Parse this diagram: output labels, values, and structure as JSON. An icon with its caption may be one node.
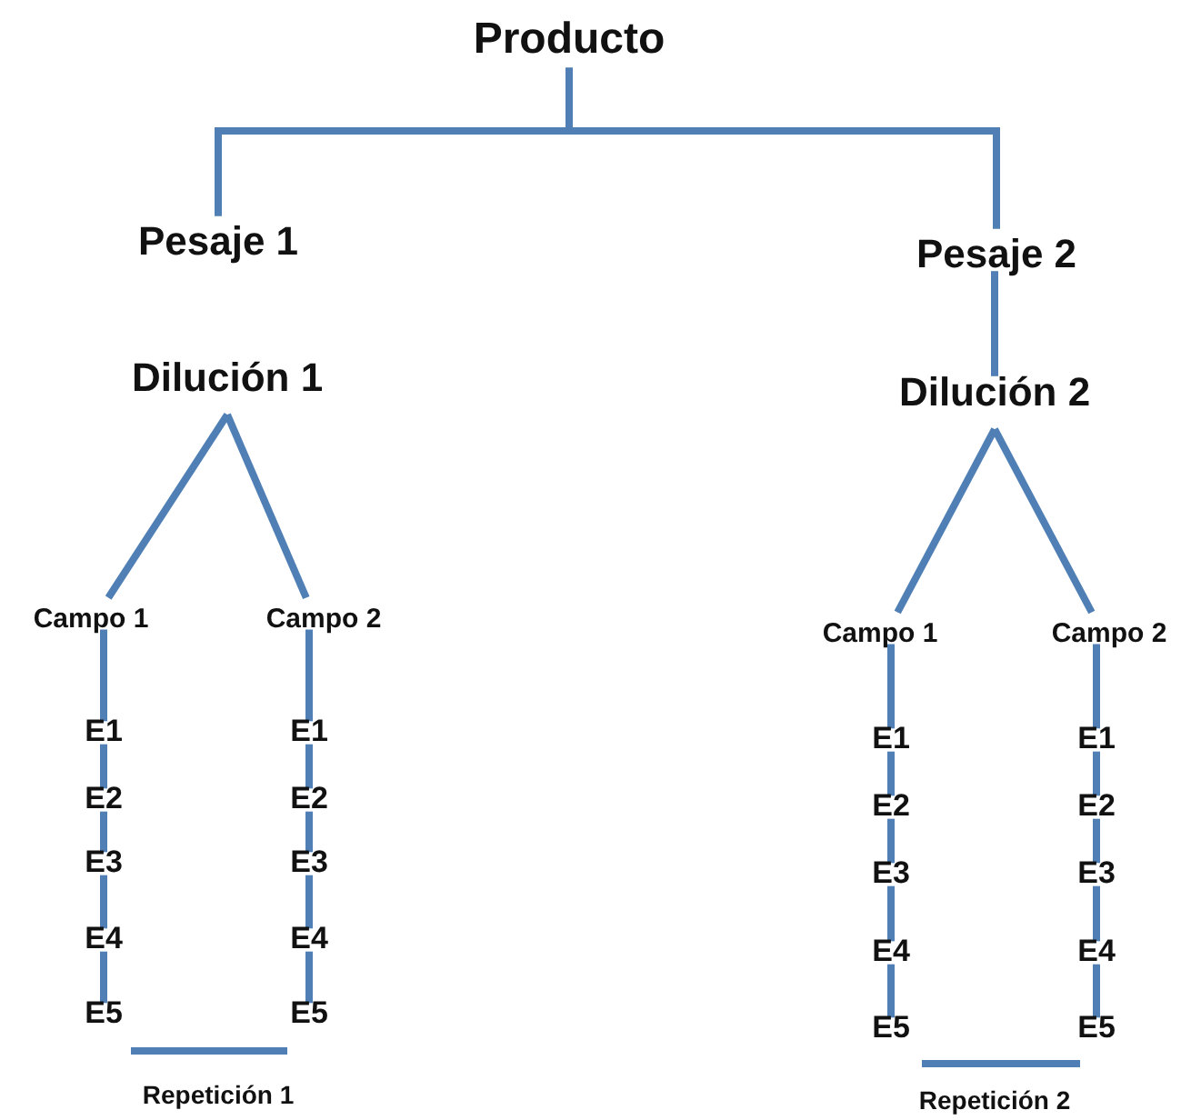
{
  "diagram": {
    "nodes": [
      {
        "text": [
          "Producto"
        ]
      },
      {
        "text": [
          "Pesaje 1"
        ]
      },
      {
        "text": [
          "Pesaje 2"
        ]
      },
      {
        "text": [
          "Dilución 1"
        ]
      },
      {
        "text": [
          "Dilución 2"
        ]
      },
      {
        "text": [
          "Campo 1"
        ]
      },
      {
        "text": [
          "Campo 2"
        ]
      },
      {
        "text": [
          "Campo 1"
        ]
      },
      {
        "text": [
          "Campo 2"
        ]
      },
      {
        "text": [
          "E1"
        ]
      },
      {
        "text": [
          "E2"
        ]
      },
      {
        "text": [
          "E3"
        ]
      },
      {
        "text": [
          "E4"
        ]
      },
      {
        "text": [
          "E5"
        ]
      },
      {
        "text": [
          "E1"
        ]
      },
      {
        "text": [
          "E2"
        ]
      },
      {
        "text": [
          "E3"
        ]
      },
      {
        "text": [
          "E4"
        ]
      },
      {
        "text": [
          "E5"
        ]
      },
      {
        "text": [
          "E1"
        ]
      },
      {
        "text": [
          "E2"
        ]
      },
      {
        "text": [
          "E3"
        ]
      },
      {
        "text": [
          "E4"
        ]
      },
      {
        "text": [
          "E5"
        ]
      },
      {
        "text": [
          "E1"
        ]
      },
      {
        "text": [
          "E2"
        ]
      },
      {
        "text": [
          "E3"
        ]
      },
      {
        "text": [
          "E4"
        ]
      },
      {
        "text": [
          "E5"
        ]
      }
    ],
    "edges": [
      {
        "from": 0,
        "to": 1,
        "arrow": "none"
      },
      {
        "from": 0,
        "to": 2,
        "arrow": "none"
      },
      {
        "from": 2,
        "to": 4,
        "arrow": "none"
      },
      {
        "from": 3,
        "to": 5,
        "arrow": "none"
      },
      {
        "from": 3,
        "to": 6,
        "arrow": "none"
      },
      {
        "from": 4,
        "to": 7,
        "arrow": "none"
      },
      {
        "from": 4,
        "to": 8,
        "arrow": "none"
      },
      {
        "from": 5,
        "to": 9,
        "arrow": "none"
      },
      {
        "from": 9,
        "to": 10,
        "arrow": "none"
      },
      {
        "from": 10,
        "to": 11,
        "arrow": "none"
      },
      {
        "from": 11,
        "to": 12,
        "arrow": "none"
      },
      {
        "from": 12,
        "to": 13,
        "arrow": "none"
      },
      {
        "from": 6,
        "to": 14,
        "arrow": "none"
      },
      {
        "from": 14,
        "to": 15,
        "arrow": "none"
      },
      {
        "from": 15,
        "to": 16,
        "arrow": "none"
      },
      {
        "from": 16,
        "to": 17,
        "arrow": "none"
      },
      {
        "from": 17,
        "to": 18,
        "arrow": "none"
      },
      {
        "from": 7,
        "to": 19,
        "arrow": "none"
      },
      {
        "from": 19,
        "to": 20,
        "arrow": "none"
      },
      {
        "from": 20,
        "to": 21,
        "arrow": "none"
      },
      {
        "from": 21,
        "to": 22,
        "arrow": "none"
      },
      {
        "from": 22,
        "to": 23,
        "arrow": "none"
      },
      {
        "from": 8,
        "to": 24,
        "arrow": "none"
      },
      {
        "from": 24,
        "to": 25,
        "arrow": "none"
      },
      {
        "from": 25,
        "to": 26,
        "arrow": "none"
      },
      {
        "from": 26,
        "to": 27,
        "arrow": "none"
      },
      {
        "from": 27,
        "to": 28,
        "arrow": "none"
      }
    ],
    "labels": [
      "Repetición 1",
      "Repetición 2"
    ]
  }
}
